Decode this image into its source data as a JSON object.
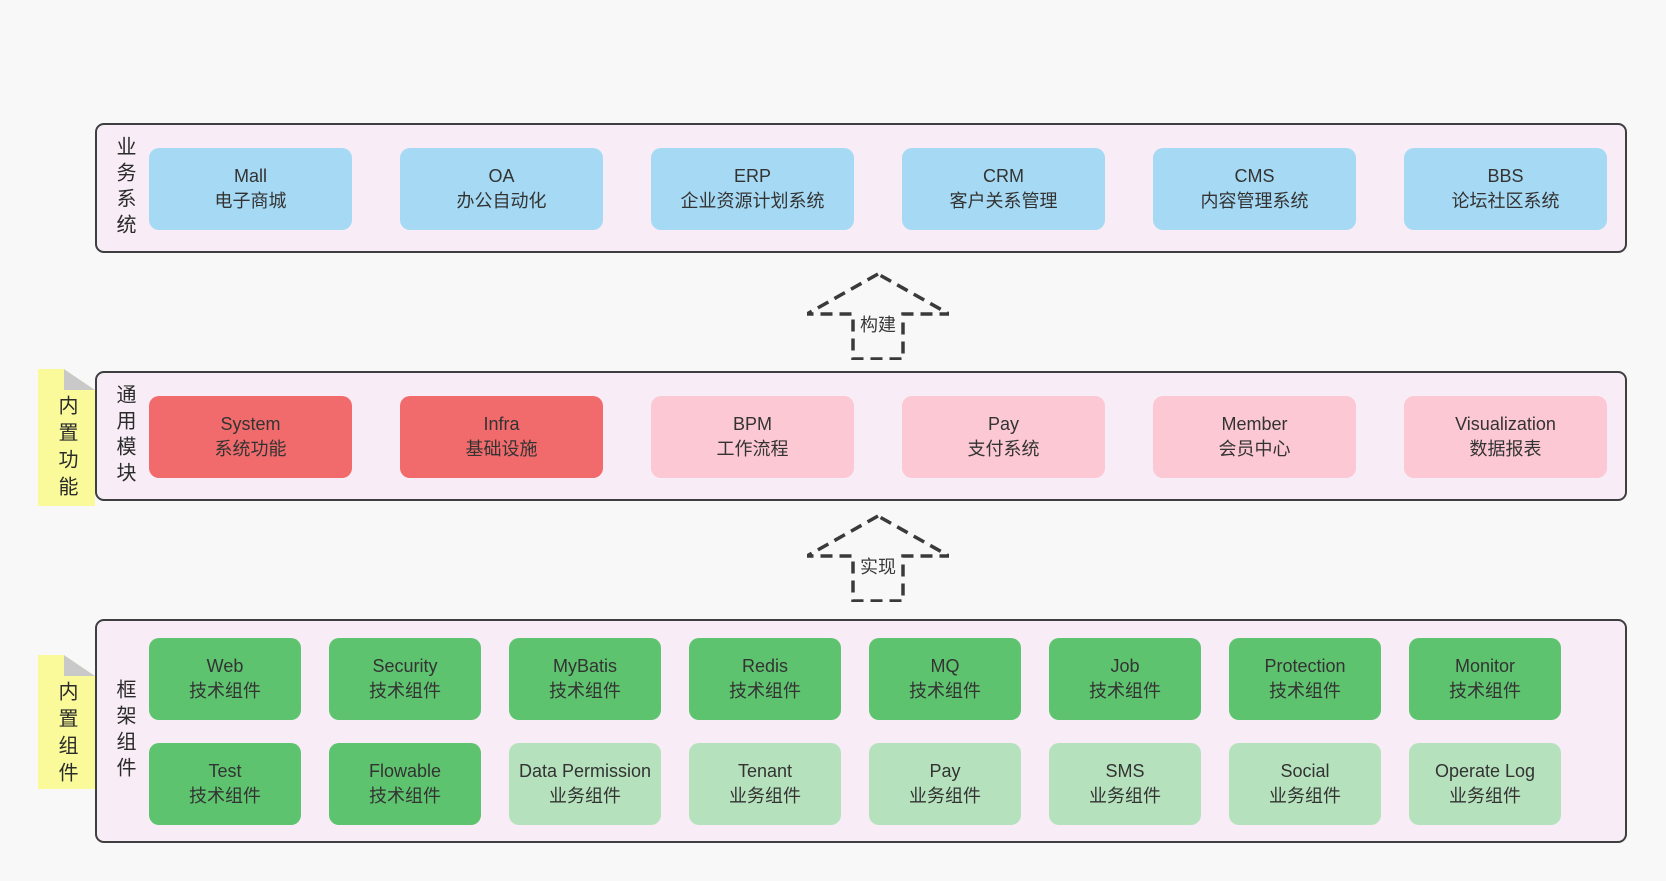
{
  "colors": {
    "page-bg": "#f8f8f8",
    "band-bg": "#f8edf6",
    "band-border": "#3f3f3f",
    "box-blue": "#a6d9f3",
    "box-red": "#f16b6c",
    "box-pink": "#fbc8d3",
    "box-green": "#5ec36e",
    "box-green-light": "#b5e2bc",
    "tab-yellow": "#fafa9b",
    "tab-fold": "#c9c9c9",
    "text": "#333333"
  },
  "bands": {
    "business": {
      "label": "业务系统",
      "boxes": [
        {
          "name": "Mall",
          "subtitle": "电子商城"
        },
        {
          "name": "OA",
          "subtitle": "办公自动化"
        },
        {
          "name": "ERP",
          "subtitle": "企业资源计划系统"
        },
        {
          "name": "CRM",
          "subtitle": "客户关系管理"
        },
        {
          "name": "CMS",
          "subtitle": "内容管理系统"
        },
        {
          "name": "BBS",
          "subtitle": "论坛社区系统"
        }
      ]
    },
    "modules": {
      "label": "通用模块",
      "tab": "内置功能",
      "boxes": [
        {
          "name": "System",
          "subtitle": "系统功能"
        },
        {
          "name": "Infra",
          "subtitle": "基础设施"
        },
        {
          "name": "BPM",
          "subtitle": "工作流程"
        },
        {
          "name": "Pay",
          "subtitle": "支付系统"
        },
        {
          "name": "Member",
          "subtitle": "会员中心"
        },
        {
          "name": "Visualization",
          "subtitle": "数据报表"
        }
      ]
    },
    "framework": {
      "label": "框架组件",
      "tab": "内置组件",
      "row1": [
        {
          "name": "Web",
          "subtitle": "技术组件"
        },
        {
          "name": "Security",
          "subtitle": "技术组件"
        },
        {
          "name": "MyBatis",
          "subtitle": "技术组件"
        },
        {
          "name": "Redis",
          "subtitle": "技术组件"
        },
        {
          "name": "MQ",
          "subtitle": "技术组件"
        },
        {
          "name": "Job",
          "subtitle": "技术组件"
        },
        {
          "name": "Protection",
          "subtitle": "技术组件"
        },
        {
          "name": "Monitor",
          "subtitle": "技术组件"
        }
      ],
      "row2": [
        {
          "name": "Test",
          "subtitle": "技术组件"
        },
        {
          "name": "Flowable",
          "subtitle": "技术组件"
        },
        {
          "name": "Data Permission",
          "subtitle": "业务组件"
        },
        {
          "name": "Tenant",
          "subtitle": "业务组件"
        },
        {
          "name": "Pay",
          "subtitle": "业务组件"
        },
        {
          "name": "SMS",
          "subtitle": "业务组件"
        },
        {
          "name": "Social",
          "subtitle": "业务组件"
        },
        {
          "name": "Operate Log",
          "subtitle": "业务组件"
        }
      ]
    }
  },
  "arrows": [
    {
      "label": "构建"
    },
    {
      "label": "实现"
    }
  ]
}
